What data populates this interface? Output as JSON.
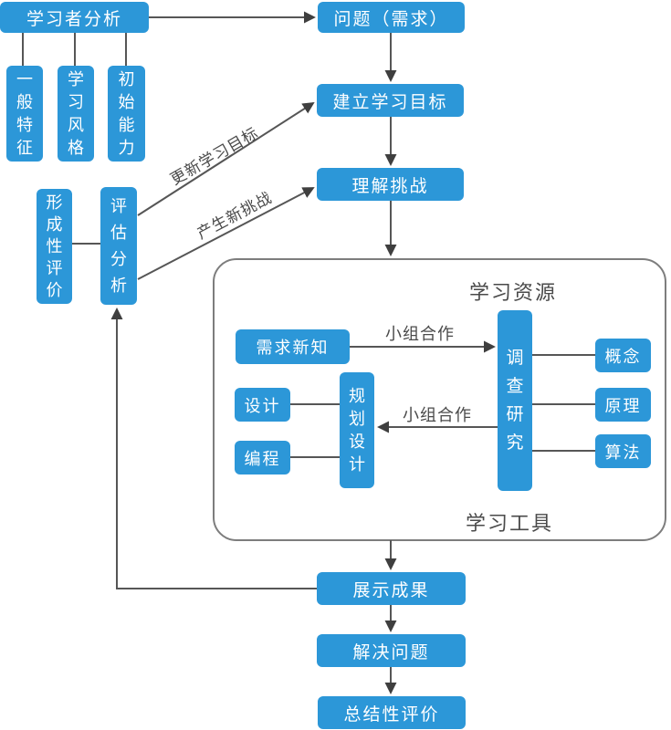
{
  "colors": {
    "node_fill": "#2C97D8",
    "node_text": "#FFFFFF",
    "connector": "#565656",
    "arrowhead": "#3F3F3F",
    "container_border": "#7D7D7D",
    "label_text": "#4A4A4A"
  },
  "learner_section": {
    "analysis": "学习者分析",
    "general_traits": "一般特征",
    "learning_style": "学习风格",
    "initial_ability": "初始能力"
  },
  "evaluation_section": {
    "formative_evaluation": "形成性评价",
    "assessment_analysis": "评估分析",
    "edge_update_goals": "更新学习目标",
    "edge_new_challenge": "产生新挑战"
  },
  "main_flow": {
    "problem": "问题（需求）",
    "establish_goals": "建立学习目标",
    "understand_challenge": "理解挑战",
    "show_results": "展示成果",
    "solve_problem": "解决问题",
    "summative_evaluation": "总结性评价"
  },
  "workspace": {
    "resources_label": "学习资源",
    "tools_label": "学习工具",
    "need_new_knowledge": "需求新知",
    "investigation": "调查研究",
    "concept": "概念",
    "principle": "原理",
    "algorithm": "算法",
    "design": "设计",
    "programming": "编程",
    "planning_design": "规划设计",
    "edge_group_work_right": "小组合作",
    "edge_group_work_left": "小组合作"
  }
}
